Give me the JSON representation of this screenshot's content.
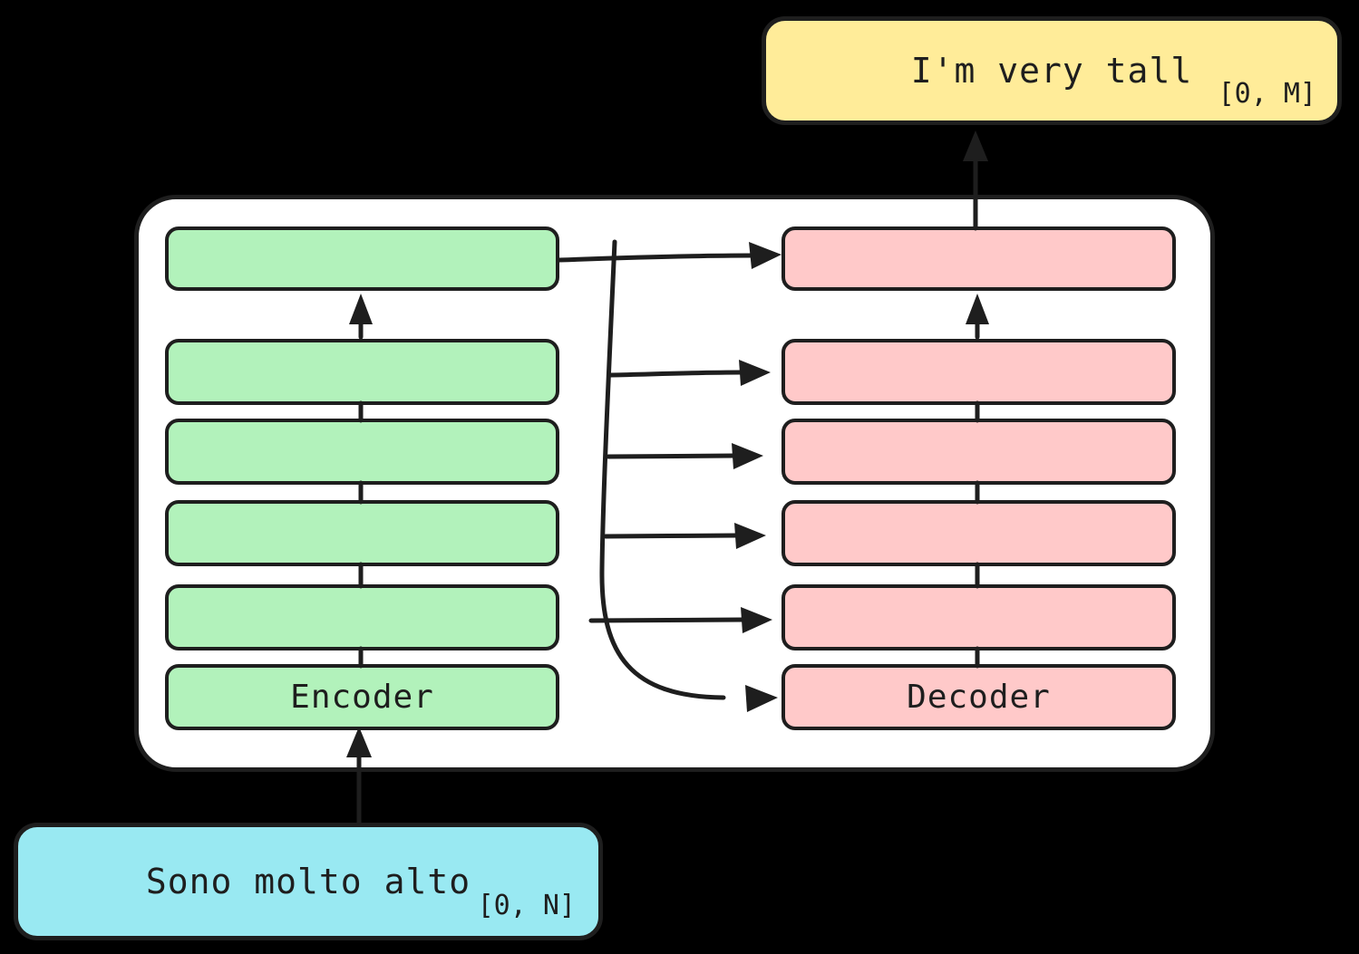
{
  "colors": {
    "background": "#000000",
    "stroke": "#1e1e1e",
    "container-fill": "#ffffff",
    "encoder-fill": "#b2f2bb",
    "decoder-fill": "#ffc9c9",
    "input-fill": "#99e9f2",
    "output-fill": "#ffec99"
  },
  "output_box": {
    "label": "I'm very tall",
    "range": "[0, M]"
  },
  "input_box": {
    "label": "Sono molto alto",
    "range": "[0, N]"
  },
  "encoder": {
    "label": "Encoder",
    "layers": 6
  },
  "decoder": {
    "label": "Decoder",
    "layers": 6
  }
}
